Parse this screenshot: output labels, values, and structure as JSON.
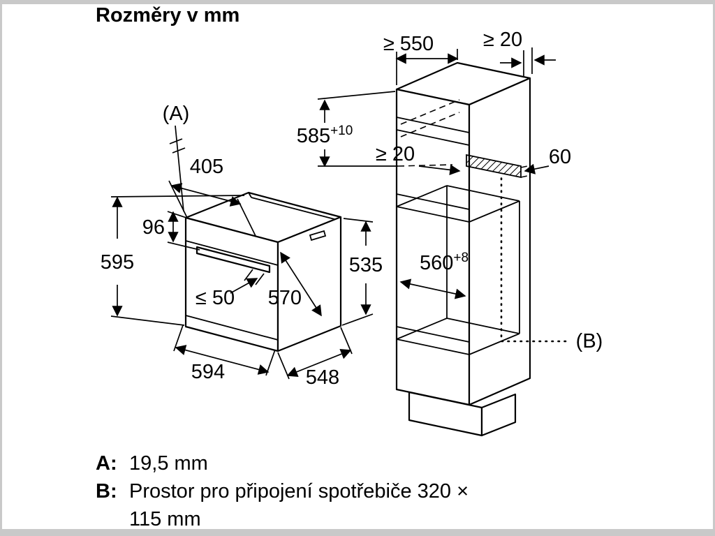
{
  "title": "Rozměry v mm",
  "oven": {
    "label_a": "(A)",
    "dim_405": "405",
    "dim_96": "96",
    "dim_595": "595",
    "dim_50": "≤ 50",
    "dim_570": "570",
    "dim_535": "535",
    "dim_594": "594",
    "dim_548": "548"
  },
  "cabinet": {
    "dim_550": "≥ 550",
    "dim_20_top": "≥ 20",
    "dim_585_main": "585",
    "dim_585_sup": "+10",
    "dim_20_mid": "≥ 20",
    "dim_60": "60",
    "dim_560_main": "560",
    "dim_560_sup": "+8",
    "label_b": "(B)"
  },
  "legend": {
    "a_key": "A:",
    "a_value": "19,5 mm",
    "b_key": "B:",
    "b_value_line1": "Prostor pro připojení spotřebiče 320 ×",
    "b_value_line2": "115 mm"
  },
  "colors": {
    "line": "#000000",
    "background": "#ffffff",
    "frame": "#c9c9c9"
  }
}
